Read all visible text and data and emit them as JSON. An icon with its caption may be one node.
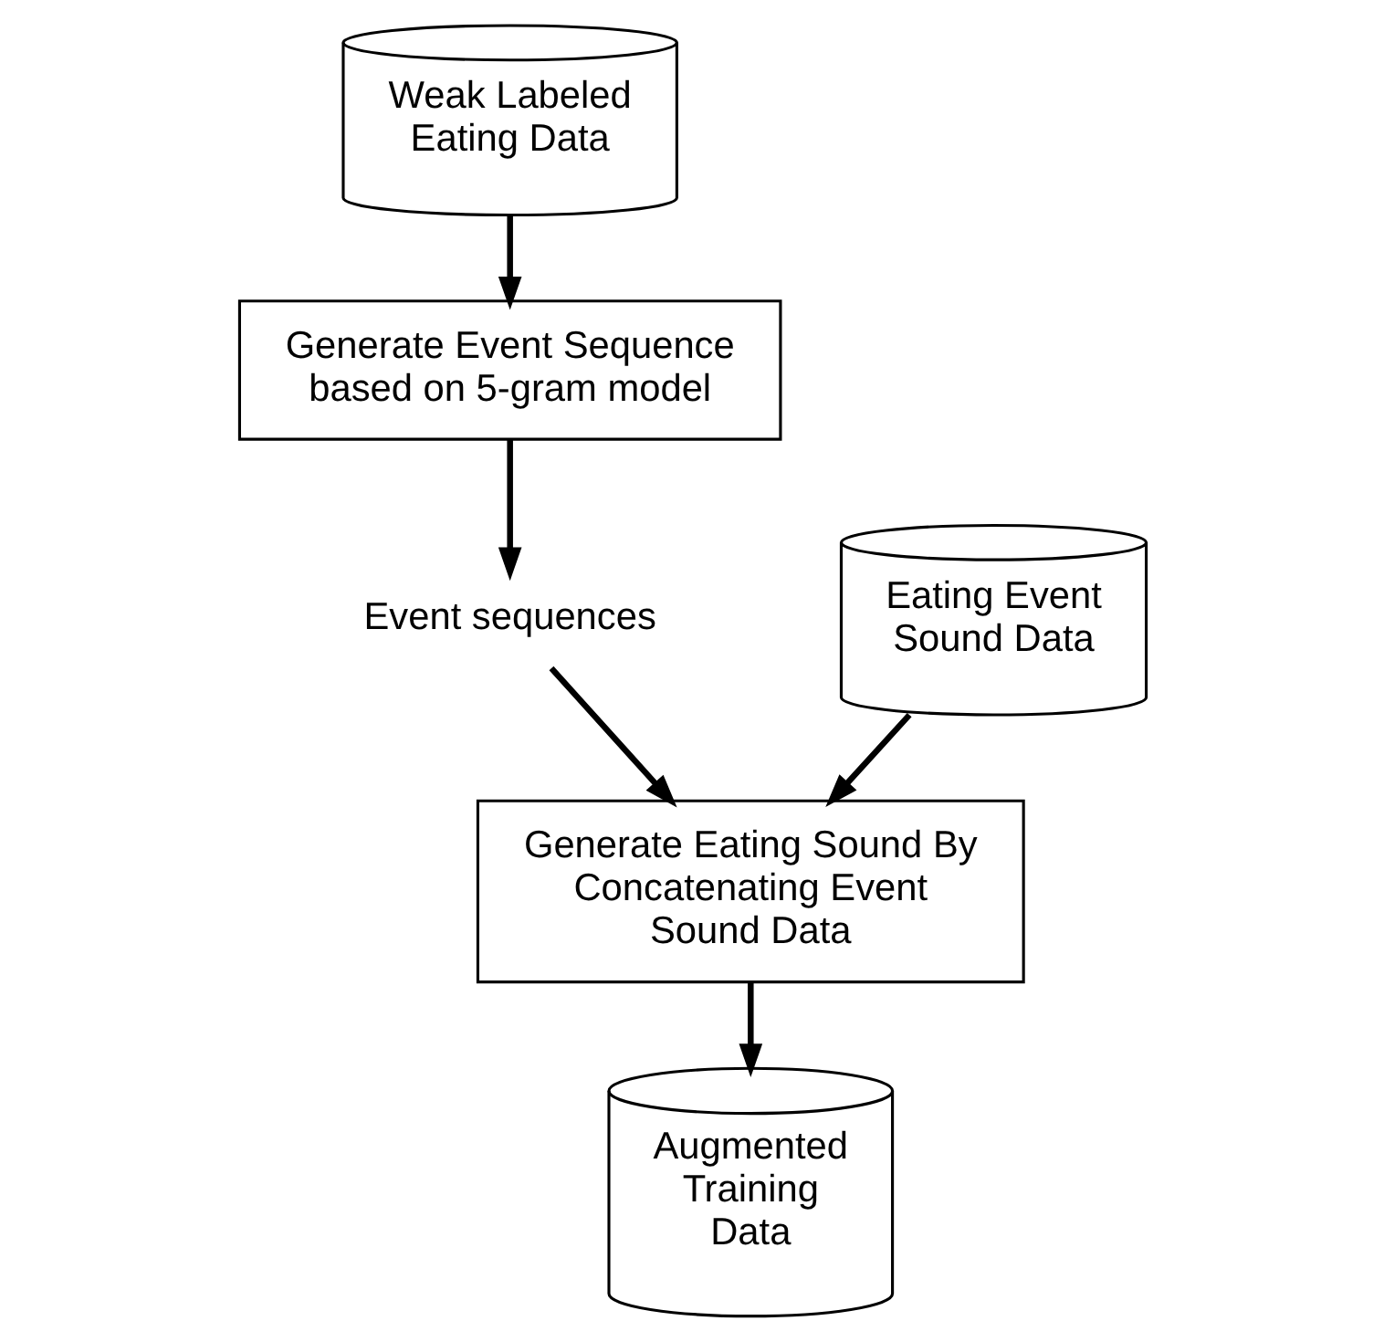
{
  "diagram": {
    "nodes": [
      {
        "text": [
          "Weak Labeled Eating Data"
        ]
      },
      {
        "text": [
          "Generate Event Sequence based on 5-gram model"
        ]
      },
      {
        "text": [
          "Event sequences"
        ]
      },
      {
        "text": [
          "Eating Event Sound Data"
        ]
      },
      {
        "text": [
          "Generate Eating Sound By Concatenating Event Sound Data"
        ]
      },
      {
        "text": [
          "Augmented Training Data"
        ]
      }
    ],
    "edges": [
      {
        "from": 0,
        "to": 1,
        "arrow": "to"
      },
      {
        "from": 1,
        "to": 2,
        "arrow": "to"
      },
      {
        "from": 2,
        "to": 4,
        "arrow": "to"
      },
      {
        "from": 3,
        "to": 4,
        "arrow": "to"
      },
      {
        "from": 4,
        "to": 5,
        "arrow": "to"
      }
    ]
  }
}
